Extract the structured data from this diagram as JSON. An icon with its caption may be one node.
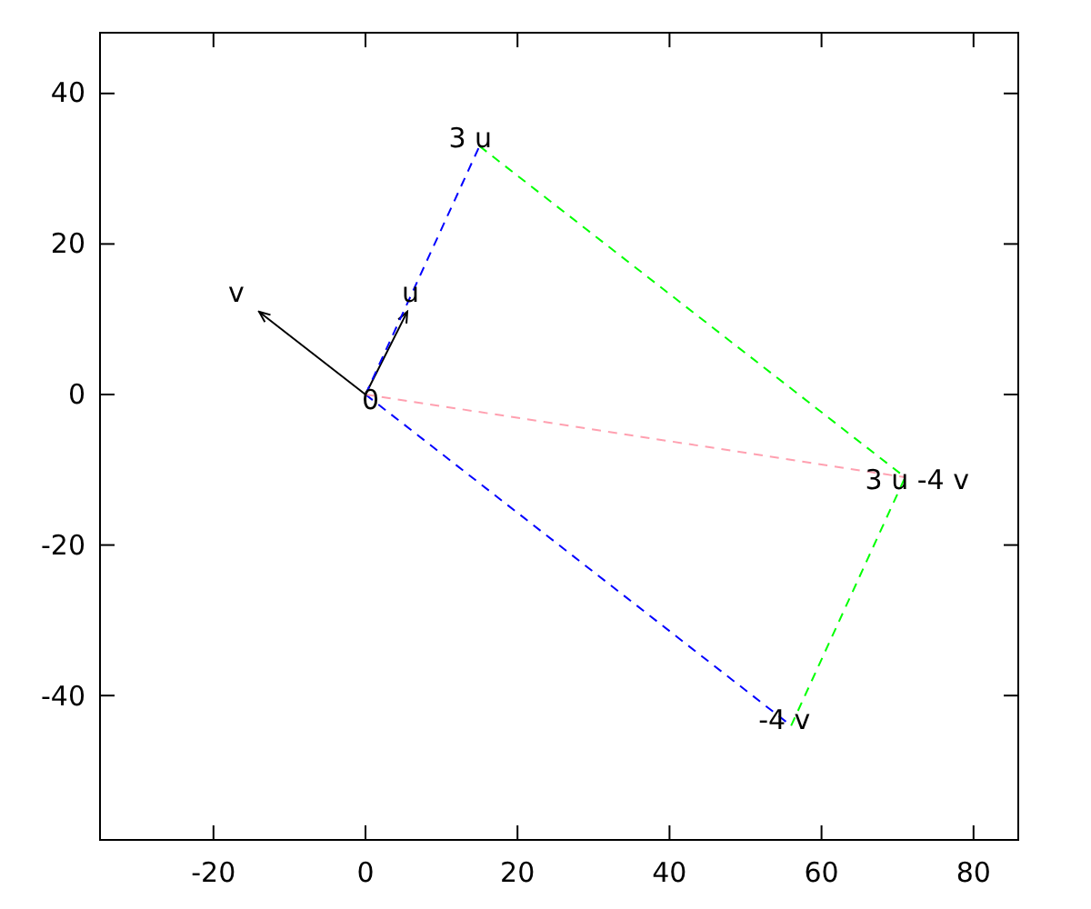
{
  "diagram": {
    "nodes": [
      {
        "text": [
          "0"
        ]
      },
      {
        "text": [
          "u"
        ]
      },
      {
        "text": [
          "v"
        ]
      },
      {
        "text": [
          "3 u"
        ]
      },
      {
        "text": [
          "-4 v"
        ]
      },
      {
        "text": [
          "3 u -4 v"
        ]
      }
    ],
    "edges": [
      {
        "from": 0,
        "to": 1,
        "arrow": "to"
      },
      {
        "from": 0,
        "to": 2,
        "arrow": "to"
      },
      {
        "from": 0,
        "to": 3,
        "arrow": "none",
        "style": "dashed",
        "color": "#0000ff"
      },
      {
        "from": 0,
        "to": 4,
        "arrow": "none",
        "style": "dashed",
        "color": "#0000ff"
      },
      {
        "from": 3,
        "to": 5,
        "arrow": "none",
        "style": "dashed",
        "color": "#00ff00"
      },
      {
        "from": 4,
        "to": 5,
        "arrow": "none",
        "style": "dashed",
        "color": "#00ff00"
      },
      {
        "from": 0,
        "to": 5,
        "arrow": "none",
        "style": "dashed",
        "color": "#ffa0b0"
      }
    ],
    "labels": [
      "40",
      "20",
      "0",
      "-20",
      "-40",
      "-20",
      "0",
      "20",
      "40",
      "60",
      "80"
    ]
  }
}
